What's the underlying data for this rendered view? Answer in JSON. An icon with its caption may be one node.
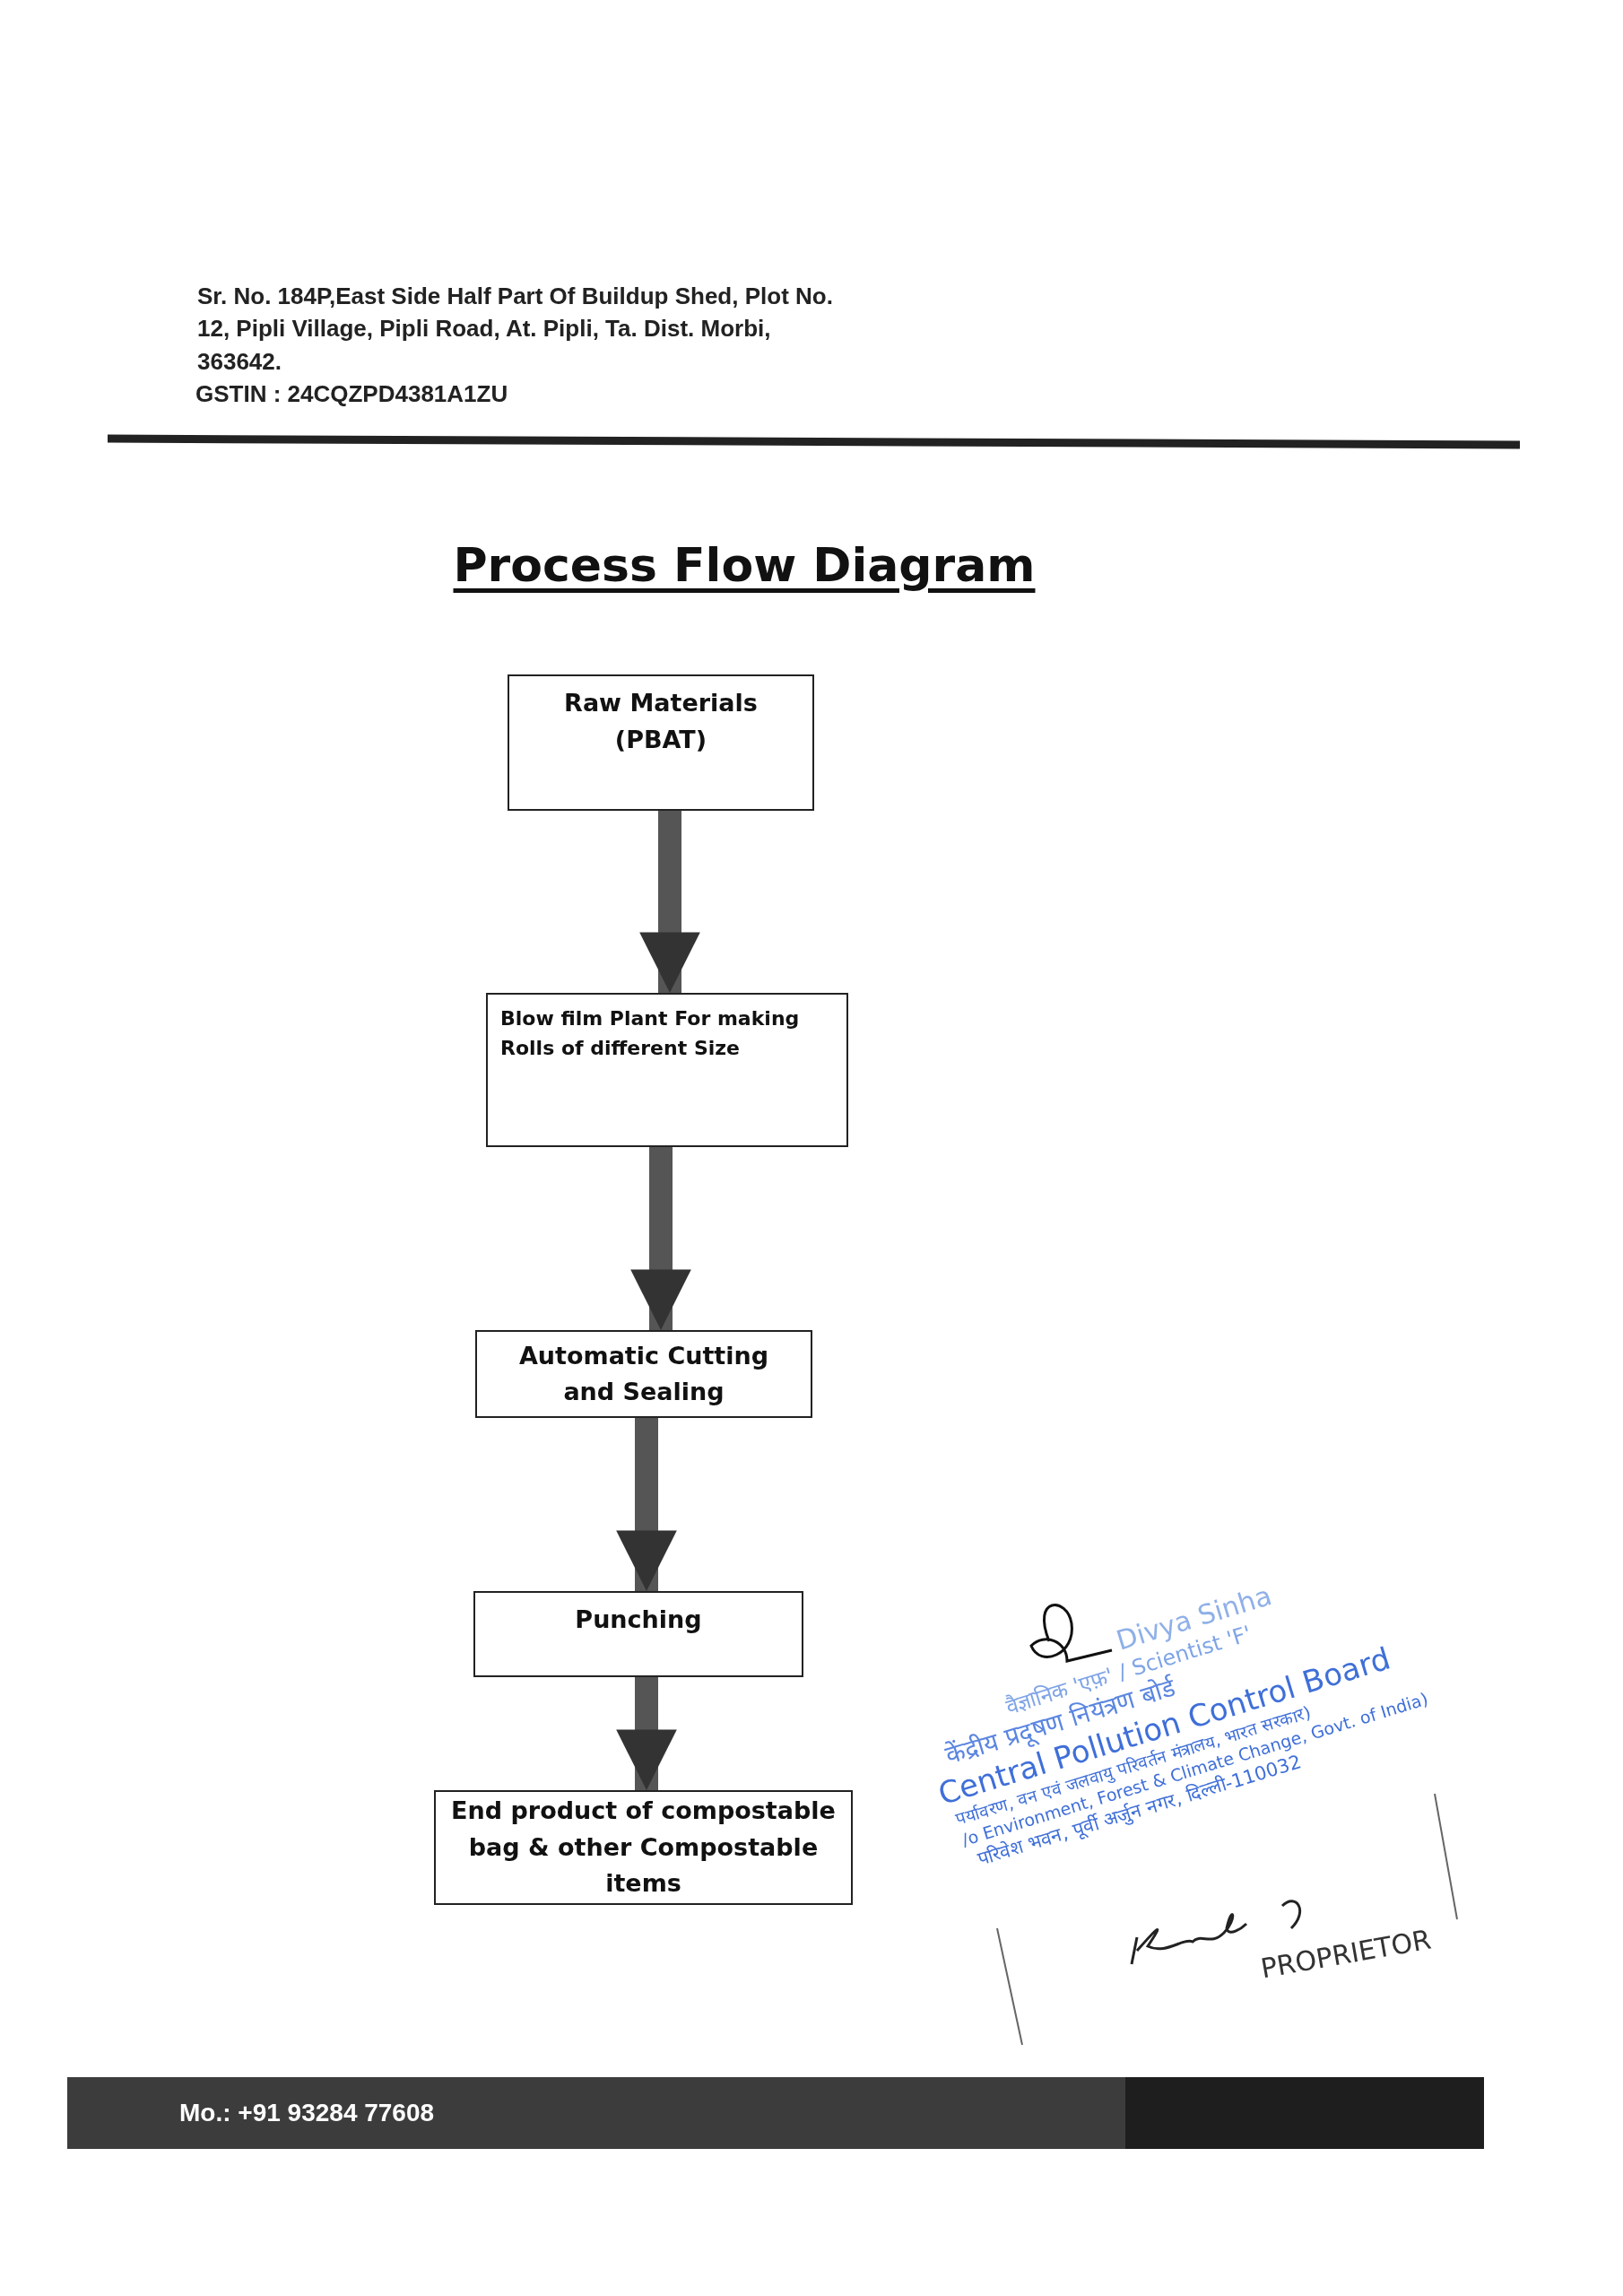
{
  "diagram": {
    "title": "Process Flow Diagram",
    "nodes": [
      {
        "text": [
          "Raw Materials (PBAT)"
        ]
      },
      {
        "text": [
          "Blow film Plant For making Rolls of different Size"
        ]
      },
      {
        "text": [
          "Automatic Cutting and Sealing"
        ]
      },
      {
        "text": [
          "Punching"
        ]
      },
      {
        "text": [
          "End product of compostable bag & other Compostable items"
        ]
      }
    ],
    "edges": [
      {
        "from": 0,
        "to": 1,
        "arrow": "to"
      },
      {
        "from": 1,
        "to": 2,
        "arrow": "to"
      },
      {
        "from": 2,
        "to": 3,
        "arrow": "to"
      },
      {
        "from": 3,
        "to": 4,
        "arrow": "to"
      }
    ],
    "labels": [
      "Sr. No. 184P,East Side Half Part Of Buildup Shed, Plot No. 12, Pipli Village, Pipli Road, At. Pipli, Ta. Dist. Morbi, 363642.",
      "GSTIN : 24CQZPD4381A1ZU",
      "Divya Sinha",
      "वैज्ञानिक 'एफ़' / Scientist 'F'",
      "केंद्रीय प्रदूषण नियंत्रण बोर्ड",
      "Central Pollution Control Board",
      "पर्यावरण, वन एवं जलवायु परिवर्तन मंत्रालय, भारत सरकार)",
      "/o Environment, Forest & Climate Change, Govt. of India)",
      "परिवेश भवन, पूर्वी अर्जुन नगर, दिल्ली-110032",
      "PROPRIETOR",
      "Mo.: +91 93284 77608"
    ]
  }
}
